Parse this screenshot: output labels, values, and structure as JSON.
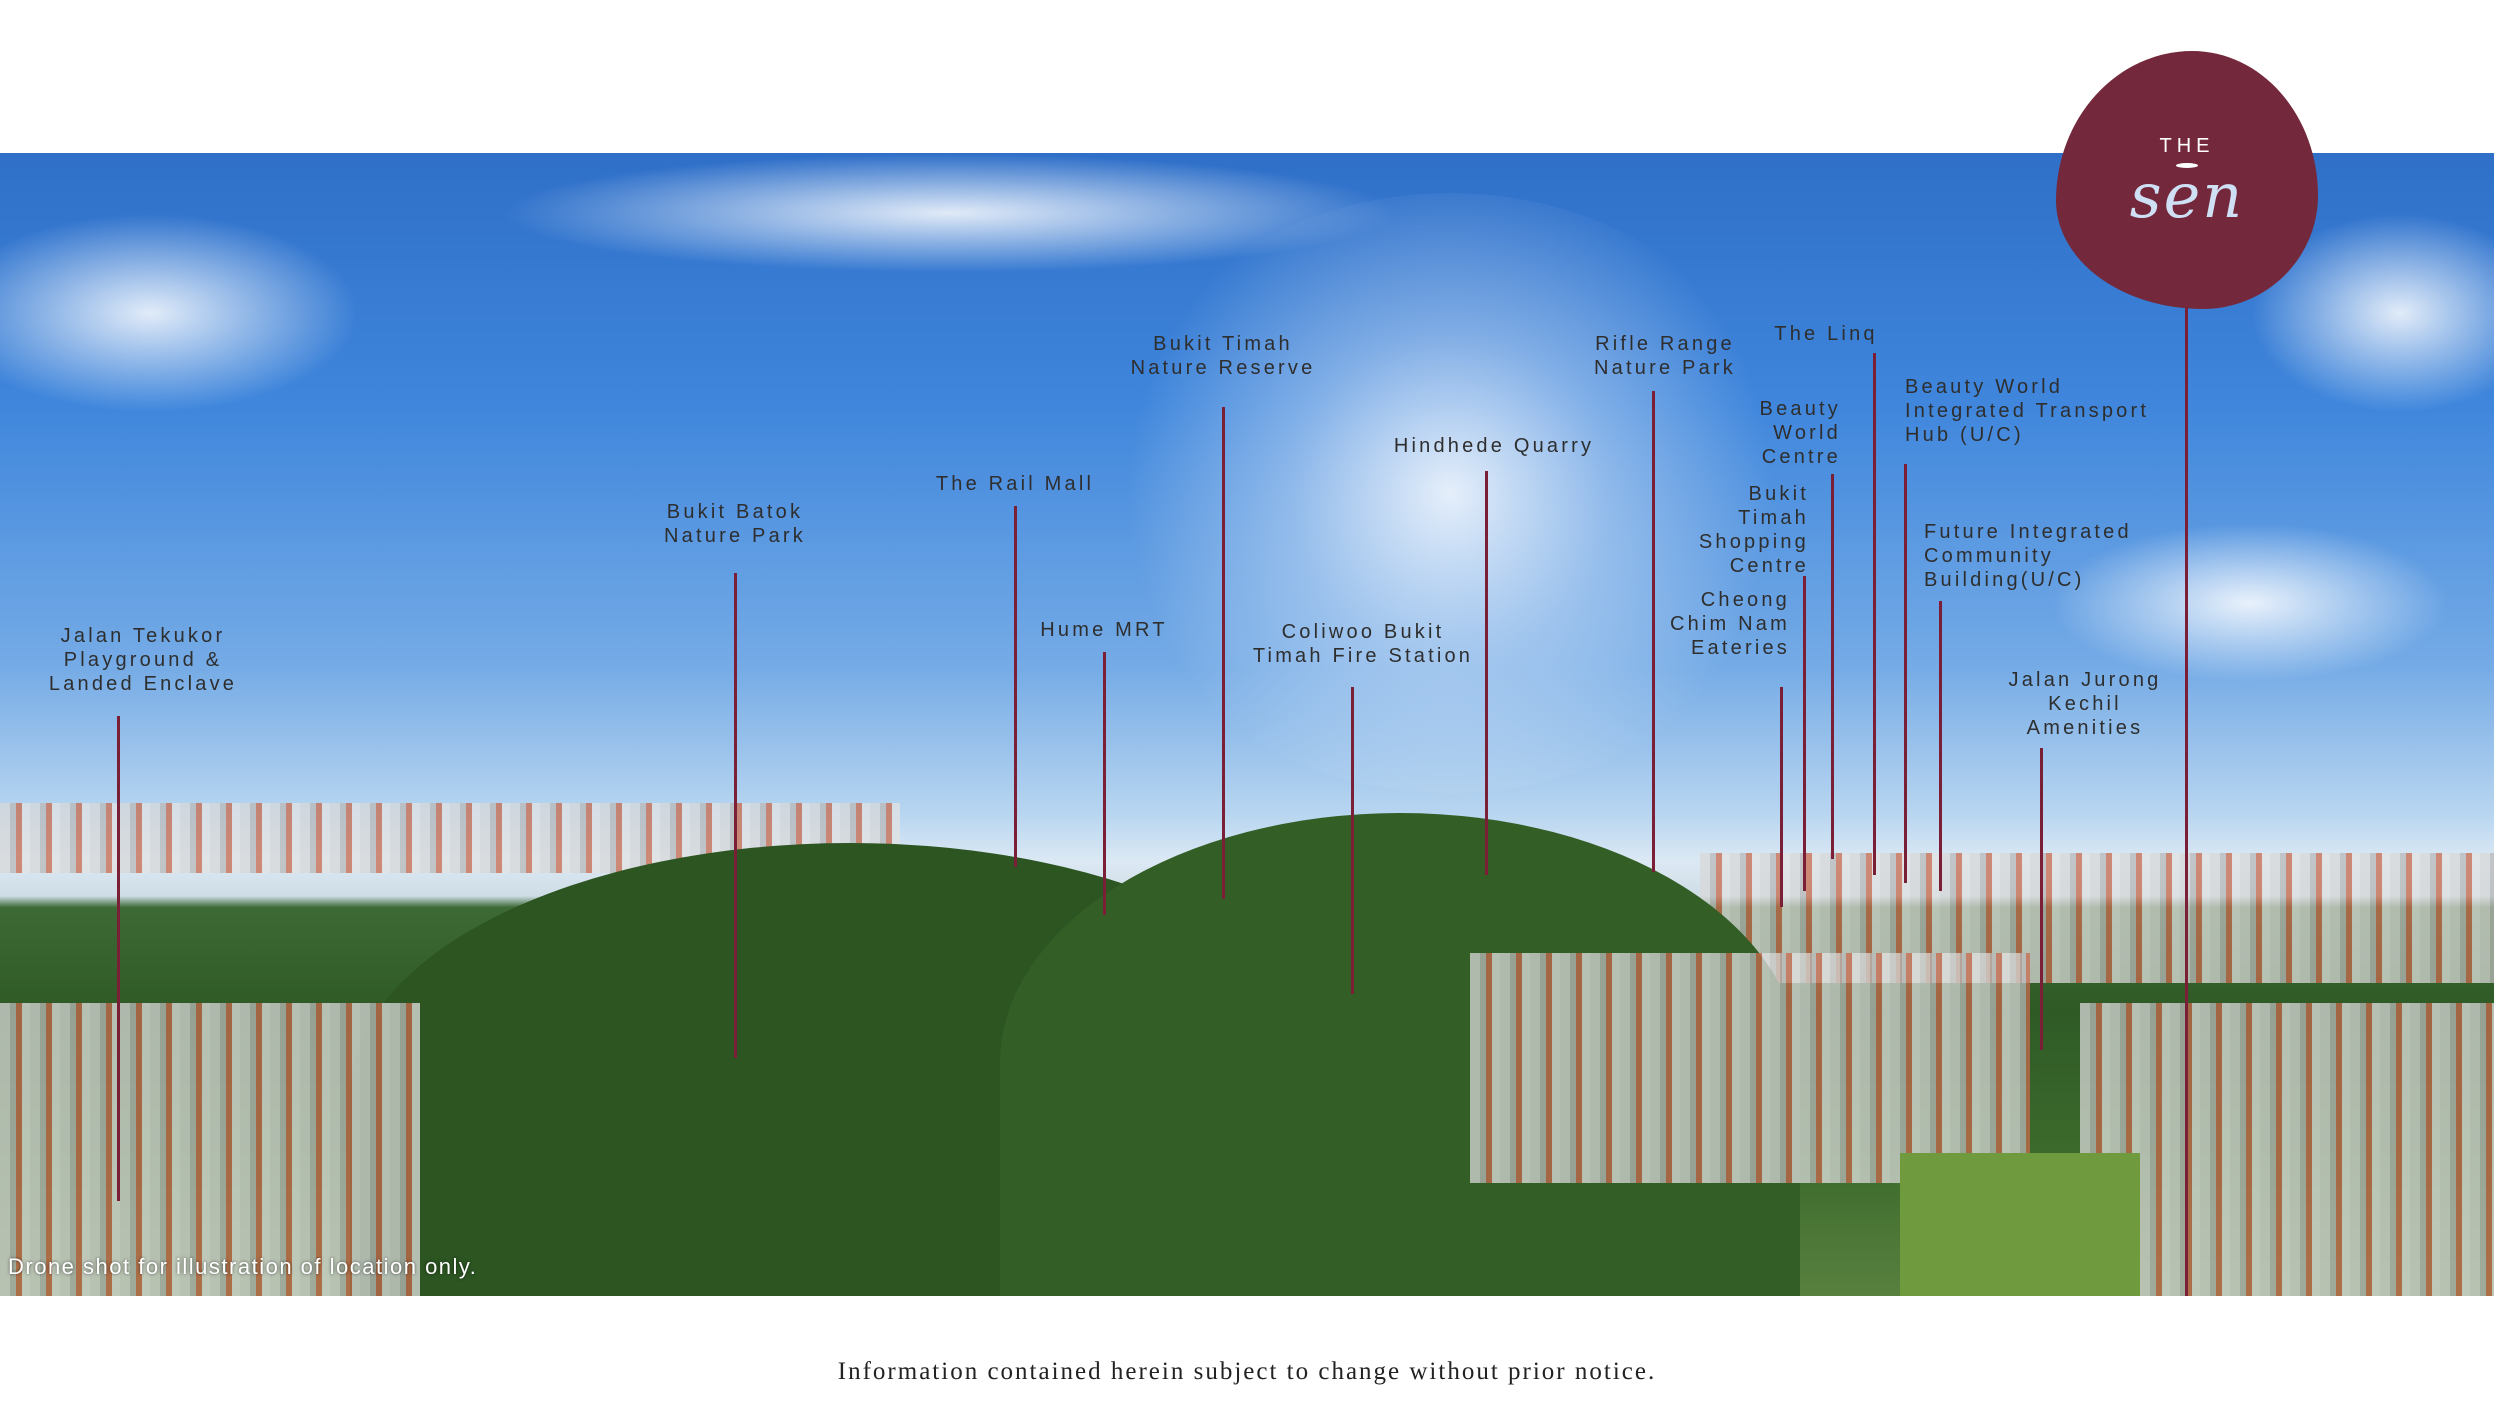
{
  "brand": {
    "line1": "THE",
    "line2": "sen",
    "color": "#73293b"
  },
  "pin_color": "#7a1f36",
  "disclaimer_overlay": "Drone shot for illustration of location only.",
  "footer": "Information contained herein subject to change without prior notice.",
  "landmarks": [
    {
      "label": "Jalan Tekukor\nPlayground &\nLanded Enclave"
    },
    {
      "label": "Bukit Batok\nNature Park"
    },
    {
      "label": "The Rail Mall"
    },
    {
      "label": "Hume MRT"
    },
    {
      "label": "Bukit Timah\nNature Reserve"
    },
    {
      "label": "Coliwoo Bukit\nTimah Fire Station"
    },
    {
      "label": "Hindhede Quarry"
    },
    {
      "label": "Rifle Range\nNature Park"
    },
    {
      "label": "The Linq"
    },
    {
      "label": "Beauty\nWorld\nCentre"
    },
    {
      "label": "Bukit\nTimah\nShopping\nCentre"
    },
    {
      "label": "Cheong\nChim Nam\nEateries"
    },
    {
      "label": "Beauty World\nIntegrated Transport\nHub (U/C)"
    },
    {
      "label": "Future Integrated\nCommunity\nBuilding(U/C)"
    },
    {
      "label": "Jalan Jurong\nKechil\nAmenities"
    }
  ]
}
